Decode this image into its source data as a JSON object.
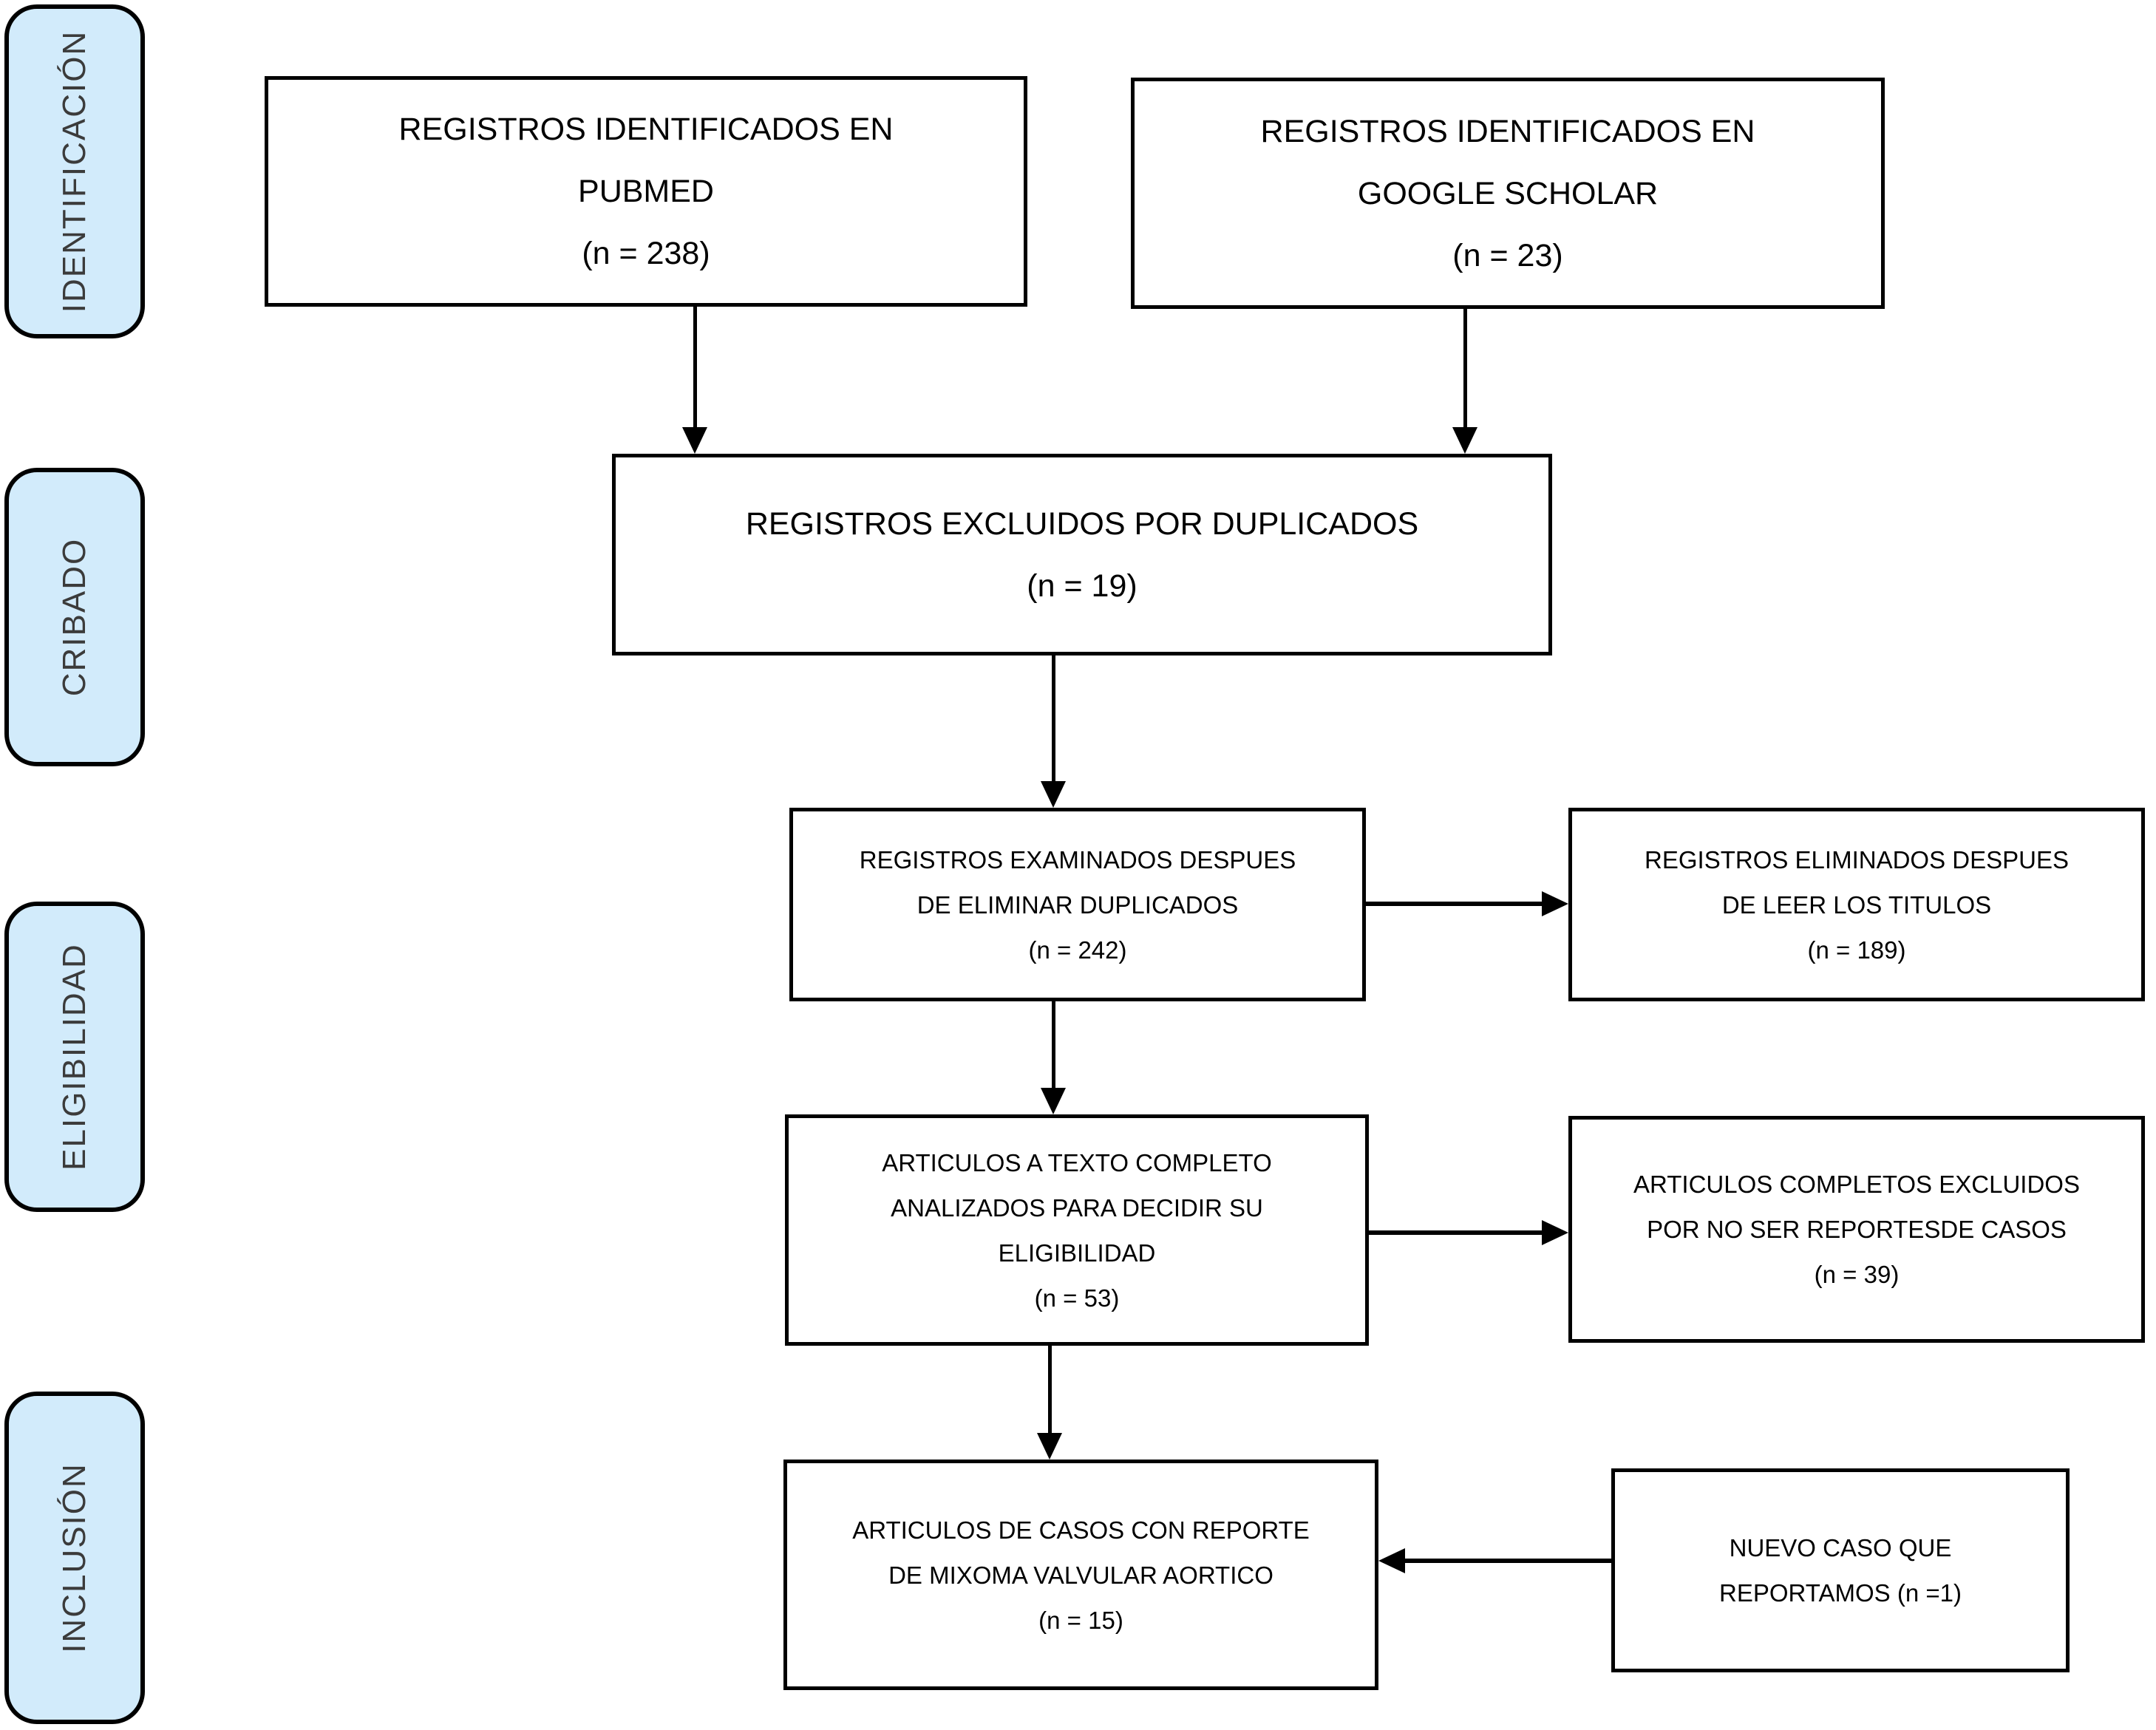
{
  "colors": {
    "stage_fill": "#d2ebfb",
    "stage_text": "#3b3b3b",
    "border": "#000000",
    "background": "#ffffff"
  },
  "stages": [
    {
      "id": "identificacion",
      "label": "IDENTIFICACIÓN"
    },
    {
      "id": "cribado",
      "label": "CRIBADO"
    },
    {
      "id": "eligibilidad",
      "label": "ELIGIBILIDAD"
    },
    {
      "id": "inclusion",
      "label": "INCLUSIÓN"
    }
  ],
  "nodes": [
    {
      "id": "pubmed",
      "n": 238,
      "label": "REGISTROS IDENTIFICADOS EN\nPUBMED\n(n = 238)"
    },
    {
      "id": "google-scholar",
      "n": 23,
      "label": "REGISTROS IDENTIFICADOS EN\nGOOGLE SCHOLAR\n(n = 23)"
    },
    {
      "id": "excluded-duplicates",
      "n": 19,
      "label": "REGISTROS EXCLUIDOS POR DUPLICADOS\n(n = 19)"
    },
    {
      "id": "screened-after-duplicates",
      "n": 242,
      "label": "REGISTROS EXAMINADOS DESPUES\nDE ELIMINAR DUPLICADOS\n(n = 242)"
    },
    {
      "id": "removed-after-titles",
      "n": 189,
      "label": "REGISTROS ELIMINADOS DESPUES\nDE LEER LOS TITULOS\n(n = 189)"
    },
    {
      "id": "fulltext-assessed",
      "n": 53,
      "label": "ARTICULOS A TEXTO COMPLETO\nANALIZADOS PARA DECIDIR SU\nELIGIBILIDAD\n(n = 53)"
    },
    {
      "id": "fulltext-excluded",
      "n": 39,
      "label": "ARTICULOS COMPLETOS EXCLUIDOS\nPOR NO SER REPORTESDE CASOS\n(n = 39)"
    },
    {
      "id": "included-cases",
      "n": 15,
      "label": "ARTICULOS DE CASOS CON REPORTE\nDE MIXOMA VALVULAR AORTICO\n(n = 15)"
    },
    {
      "id": "new-case",
      "n": 1,
      "label": "NUEVO CASO QUE\nREPORTAMOS (n =1)"
    }
  ]
}
